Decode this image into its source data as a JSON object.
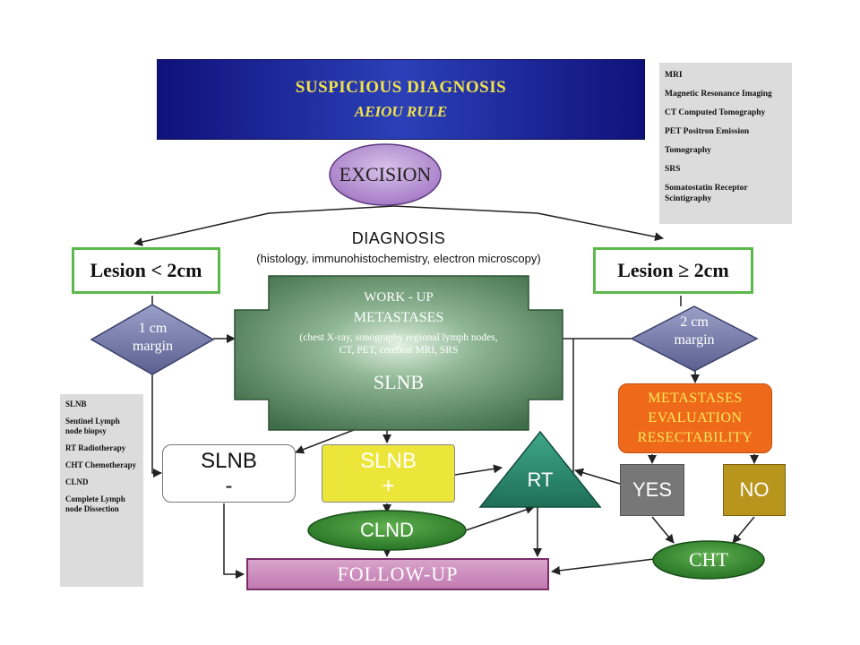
{
  "title": {
    "main": "SUSPICIOUS DIAGNOSIS",
    "sub": "AEIOU RULE"
  },
  "excision": "EXCISION",
  "diagnosis": {
    "title": "DIAGNOSIS",
    "subtitle": "(histology, immunohistochemistry, electron microscopy)"
  },
  "lesion_left": "Lesion < 2cm",
  "lesion_right": "Lesion ≥ 2cm",
  "margin_left": {
    "line1": "1 cm",
    "line2": "margin"
  },
  "margin_right": {
    "line1": "2 cm",
    "line2": "margin"
  },
  "workup": {
    "line1": "WORK - UP",
    "line2": "METASTASES",
    "line3": "(chest X-ray, sonography regional lymph nodes,",
    "line4": "CT, PET, cerebral MRI, SRS",
    "line5": "SLNB"
  },
  "metastases_eval": {
    "line1": "METASTASES",
    "line2": "EVALUATION",
    "line3": "RESECTABILITY"
  },
  "slnb_neg": {
    "label": "SLNB",
    "sign": "-"
  },
  "slnb_pos": {
    "label": "SLNB",
    "sign": "+"
  },
  "rt": "RT",
  "yes": "YES",
  "no": "NO",
  "clnd": "CLND",
  "cht": "CHT",
  "follow_up": "FOLLOW-UP",
  "legend_top": [
    "MRI",
    "Magnetic Resonance Imaging",
    "CT Computed Tomography",
    "PET Positron Emission",
    "Tomography",
    "SRS",
    "Somatostatin Receptor Scintigraphy"
  ],
  "legend_left": [
    "SLNB",
    "Sentinel Lymph node biopsy",
    "RT Radiotherapy",
    "CHT Chemotherapy",
    "CLND",
    "Complete Lymph node Dissection"
  ],
  "colors": {
    "title_bg": "#1a2a9a",
    "title_text": "#f2e24a",
    "excision_fill": "#b98fd0",
    "lesion_border": "#5bb84a",
    "diamond_fill": "#7b80a8",
    "workup_fill": "#5f8a68",
    "metastases_fill": "#ee6a1a",
    "slnb_pos_fill": "#ece63a",
    "rt_fill": "#2f8f6f",
    "clnd_fill": "#2f8a2a",
    "yes_fill": "#777777",
    "no_fill": "#b8951c",
    "follow_fill": "#c98bbd"
  }
}
